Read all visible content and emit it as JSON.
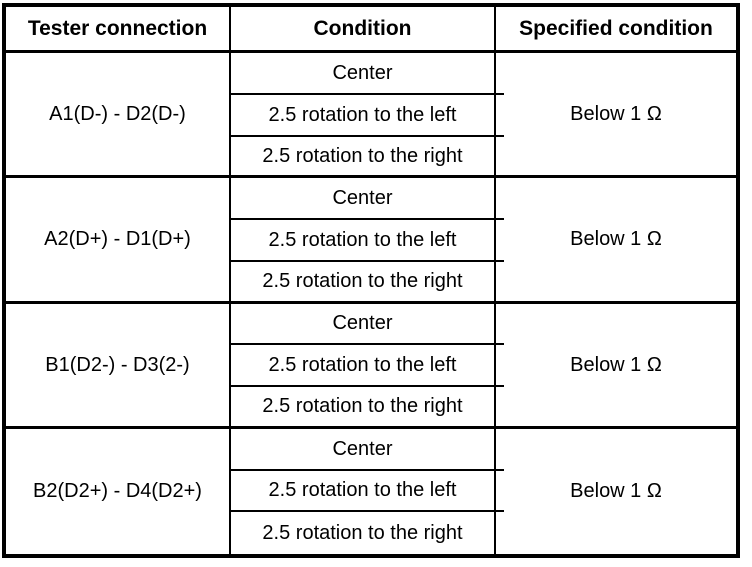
{
  "table": {
    "headers": [
      "Tester connection",
      "Condition",
      "Specified condition"
    ],
    "groups": [
      {
        "tester_connection": "A1(D-) - D2(D-)",
        "conditions": [
          "Center",
          "2.5 rotation to the left",
          "2.5 rotation to the right"
        ],
        "specified_condition": "Below 1 Ω"
      },
      {
        "tester_connection": "A2(D+) - D1(D+)",
        "conditions": [
          "Center",
          "2.5 rotation to the left",
          "2.5 rotation to the right"
        ],
        "specified_condition": "Below 1 Ω"
      },
      {
        "tester_connection": "B1(D2-) - D3(2-)",
        "conditions": [
          "Center",
          "2.5 rotation to the left",
          "2.5 rotation to the right"
        ],
        "specified_condition": "Below 1 Ω"
      },
      {
        "tester_connection": "B2(D2+) - D4(D2+)",
        "conditions": [
          "Center",
          "2.5 rotation to the left",
          "2.5 rotation to the right"
        ],
        "specified_condition": "Below 1 Ω"
      }
    ]
  },
  "colors": {
    "ink": "#000000",
    "paper": "#ffffff"
  }
}
